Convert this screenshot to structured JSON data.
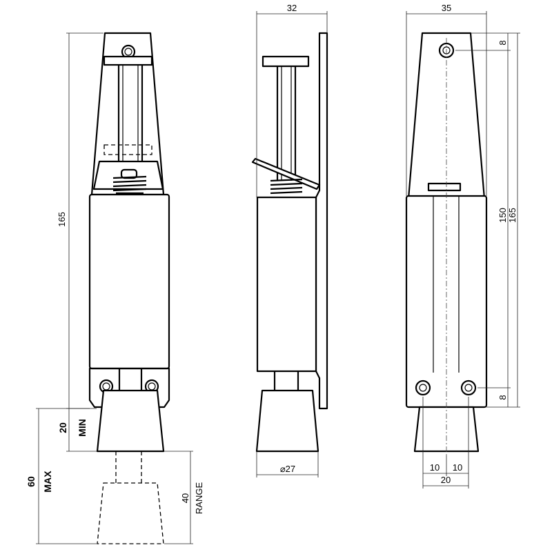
{
  "dimensions": {
    "front_height": "165",
    "side_width": "32",
    "side_diameter": "⌀27",
    "back_width": "35",
    "back_top_hole": "8",
    "back_bottom_hole": "8",
    "back_inner_height": "150",
    "back_height": "165",
    "back_hole_left": "10",
    "back_hole_right": "10",
    "back_hole_span": "20",
    "min_value": "20",
    "min_label": "MIN",
    "max_value": "60",
    "max_label": "MAX",
    "range_value": "40",
    "range_label": "RANGE"
  }
}
